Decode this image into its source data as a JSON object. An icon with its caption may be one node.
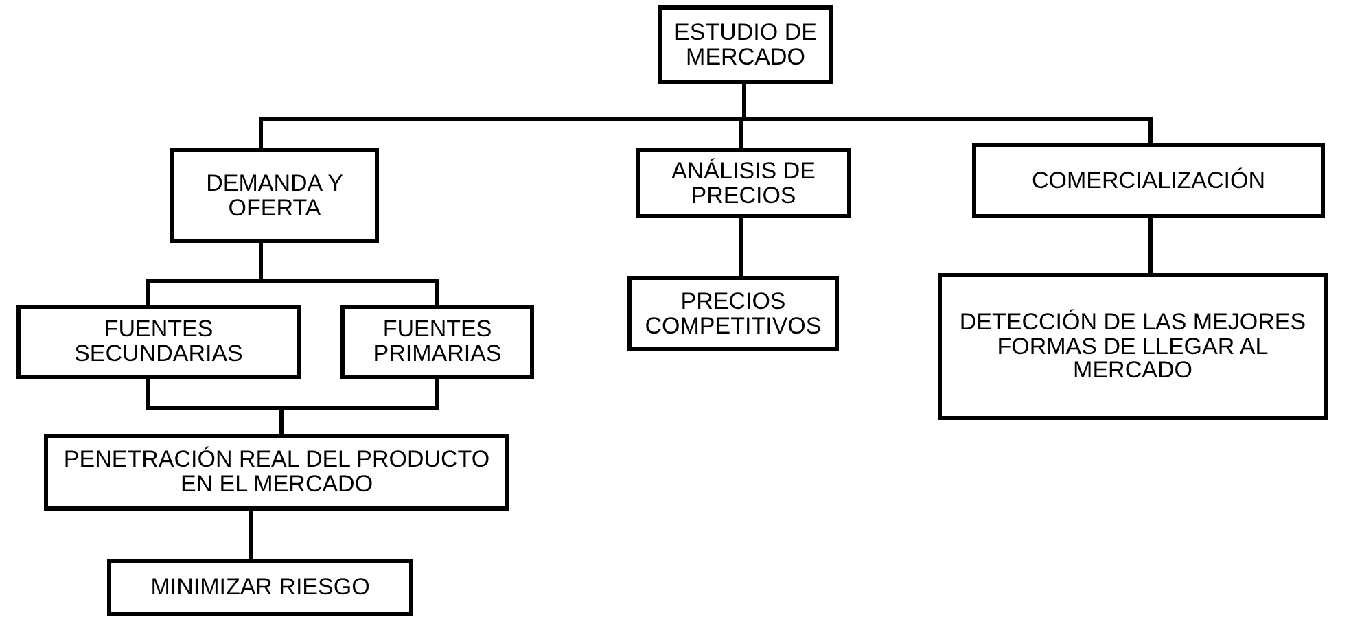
{
  "diagram": {
    "nodes": [
      {
        "text": [
          "ESTUDIO DE MERCADO"
        ]
      },
      {
        "text": [
          "DEMANDA Y OFERTA"
        ]
      },
      {
        "text": [
          "ANÁLISIS DE PRECIOS"
        ]
      },
      {
        "text": [
          "COMERCIALIZACIÓN"
        ]
      },
      {
        "text": [
          "FUENTES SECUNDARIAS"
        ]
      },
      {
        "text": [
          "FUENTES PRIMARIAS"
        ]
      },
      {
        "text": [
          "PRECIOS COMPETITIVOS"
        ]
      },
      {
        "text": [
          "DETECCIÓN DE LAS MEJORES FORMAS DE LLEGAR AL MERCADO"
        ]
      },
      {
        "text": [
          "PENETRACIÓN REAL DEL PRODUCTO EN EL MERCADO"
        ]
      },
      {
        "text": [
          "MINIMIZAR RIESGO"
        ]
      }
    ],
    "edges": [
      {
        "from": 0,
        "to": 1,
        "arrow": "none"
      },
      {
        "from": 0,
        "to": 2,
        "arrow": "none"
      },
      {
        "from": 0,
        "to": 3,
        "arrow": "none"
      },
      {
        "from": 1,
        "to": 4,
        "arrow": "none"
      },
      {
        "from": 1,
        "to": 5,
        "arrow": "none"
      },
      {
        "from": 2,
        "to": 6,
        "arrow": "none"
      },
      {
        "from": 3,
        "to": 7,
        "arrow": "none"
      },
      {
        "from": 4,
        "to": 8,
        "arrow": "none"
      },
      {
        "from": 5,
        "to": 8,
        "arrow": "none"
      },
      {
        "from": 8,
        "to": 9,
        "arrow": "none"
      }
    ]
  }
}
